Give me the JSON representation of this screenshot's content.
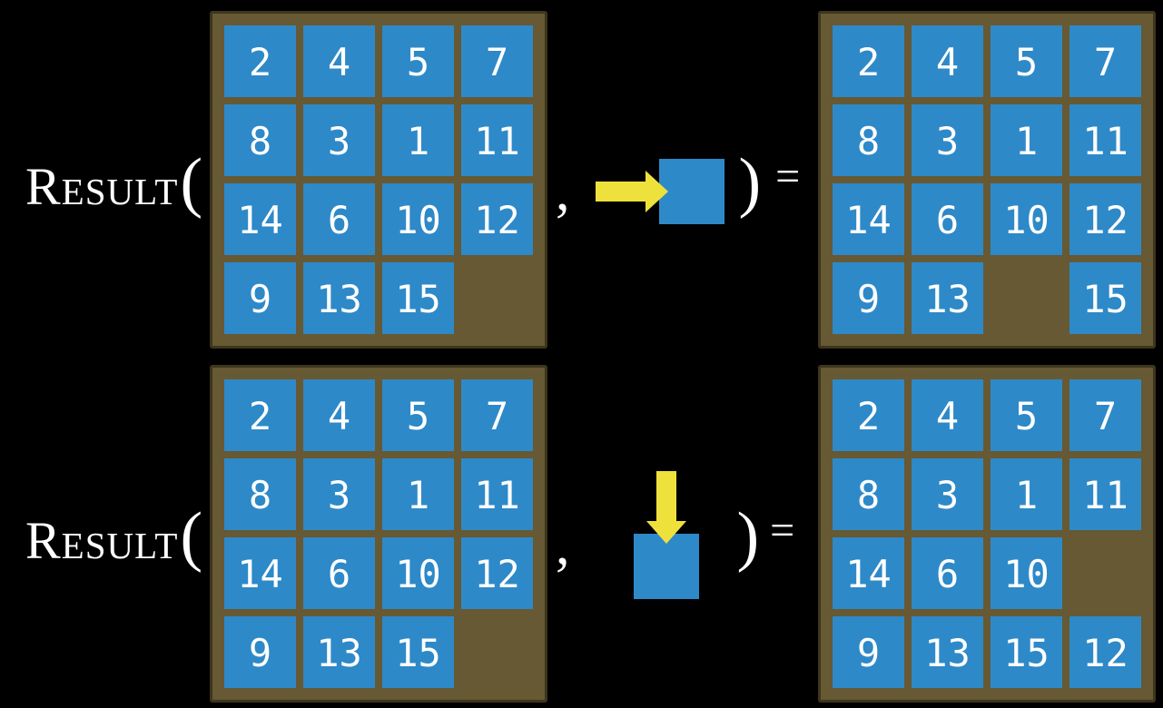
{
  "rows": [
    {
      "function_name": "Result",
      "open_paren": "(",
      "comma": ",",
      "close_paren": ")",
      "equals": "=",
      "action": "move-blank-right",
      "action_icon": "arrow-right-icon",
      "before": [
        [
          2,
          4,
          5,
          7
        ],
        [
          8,
          3,
          1,
          11
        ],
        [
          14,
          6,
          10,
          12
        ],
        [
          9,
          13,
          15,
          null
        ]
      ],
      "after": [
        [
          2,
          4,
          5,
          7
        ],
        [
          8,
          3,
          1,
          11
        ],
        [
          14,
          6,
          10,
          12
        ],
        [
          9,
          13,
          null,
          15
        ]
      ]
    },
    {
      "function_name": "Result",
      "open_paren": "(",
      "comma": ",",
      "close_paren": ")",
      "equals": "=",
      "action": "move-blank-down",
      "action_icon": "arrow-down-icon",
      "before": [
        [
          2,
          4,
          5,
          7
        ],
        [
          8,
          3,
          1,
          11
        ],
        [
          14,
          6,
          10,
          12
        ],
        [
          9,
          13,
          15,
          null
        ]
      ],
      "after": [
        [
          2,
          4,
          5,
          7
        ],
        [
          8,
          3,
          1,
          11
        ],
        [
          14,
          6,
          10,
          null
        ],
        [
          9,
          13,
          15,
          12
        ]
      ]
    }
  ],
  "colors": {
    "background": "#000000",
    "board_brown": "#665933",
    "tile_blue": "#2E89C8",
    "tile_text": "#FFFFFF",
    "arrow_yellow": "#EFE13C",
    "label_text": "#FFFFFF"
  }
}
